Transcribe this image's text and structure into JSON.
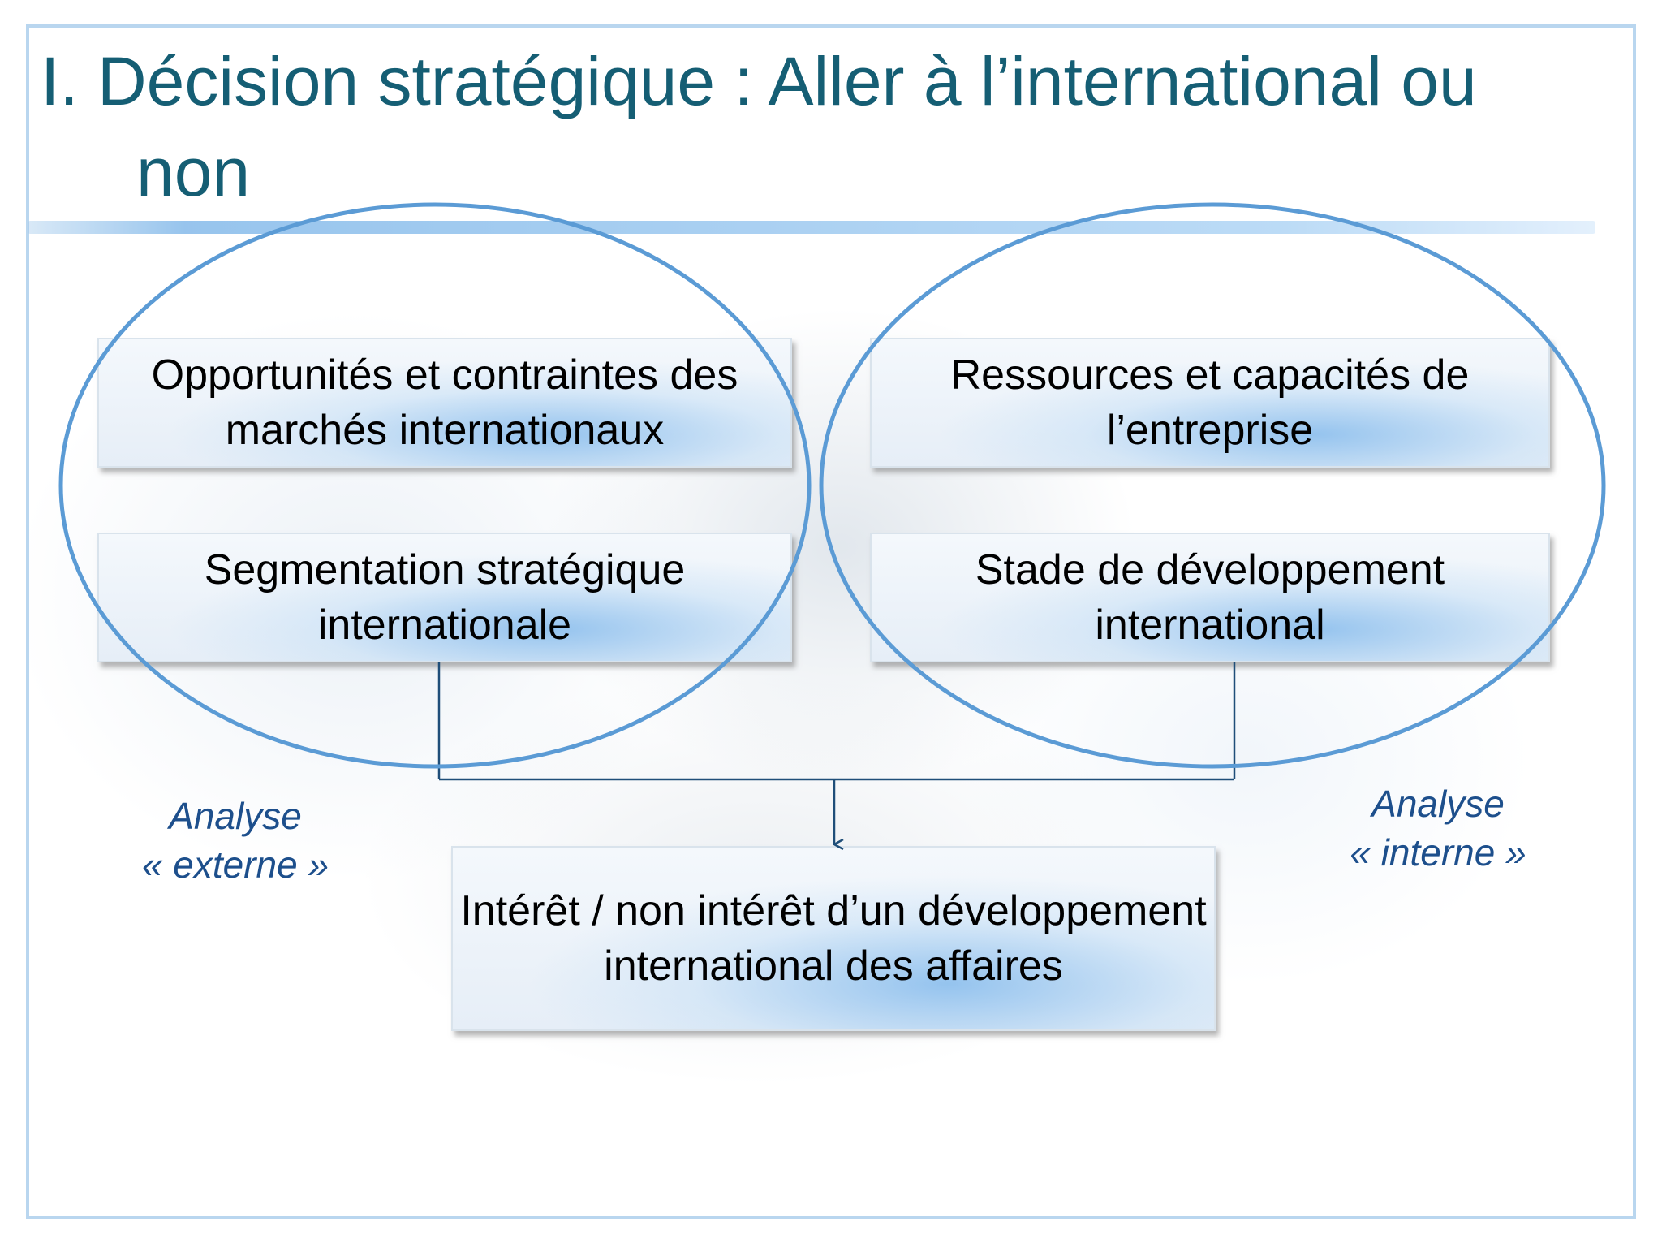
{
  "title": {
    "line1": "I. Décision stratégique : Aller à l’international ou",
    "line2": "non"
  },
  "boxes": {
    "opportunites": "Opportunités et contraintes des marchés internationaux",
    "segmentation": "Segmentation stratégique internationale",
    "ressources": "Ressources et capacités de l’entreprise",
    "stade": "Stade de développement international",
    "interet": "Intérêt / non intérêt d’un développement international des affaires"
  },
  "analysis": {
    "externe_line1": "Analyse",
    "externe_line2": "« externe »",
    "interne_line1": "Analyse",
    "interne_line2": "« interne »"
  },
  "colors": {
    "title": "#155e74",
    "ellipse": "#5b9bd5",
    "connector": "#1f4e79",
    "analysis_text": "#1d4f8c"
  }
}
